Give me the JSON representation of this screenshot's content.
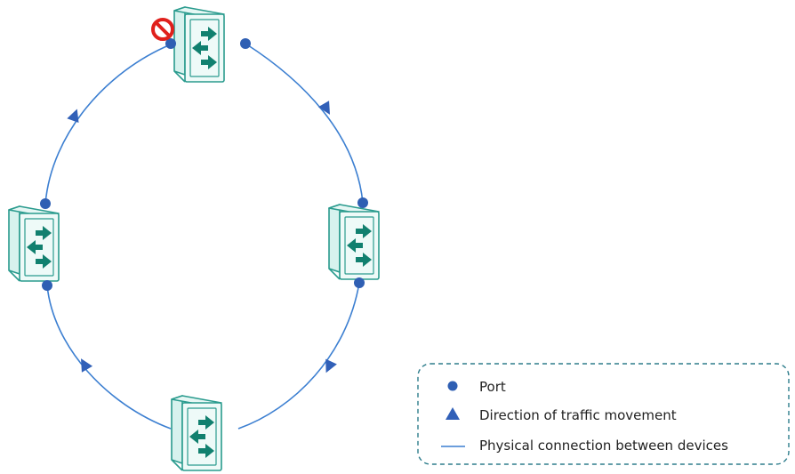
{
  "colors": {
    "link": "#3c7fd1",
    "port": "#2f5fb3",
    "arrow_marker": "#3160b8",
    "switch_outline": "#2a9b8e",
    "switch_face": "#eefaf8",
    "switch_arrows": "#11806f",
    "block_icon": "#e0201c",
    "legend_border": "#2e7d8c"
  },
  "icons": {
    "switch": "network-switch-icon",
    "block": "blocked-port-icon"
  },
  "legend": {
    "port_label": "Port",
    "direction_label": "Direction of traffic movement",
    "connection_label": "Physical connection between devices"
  }
}
